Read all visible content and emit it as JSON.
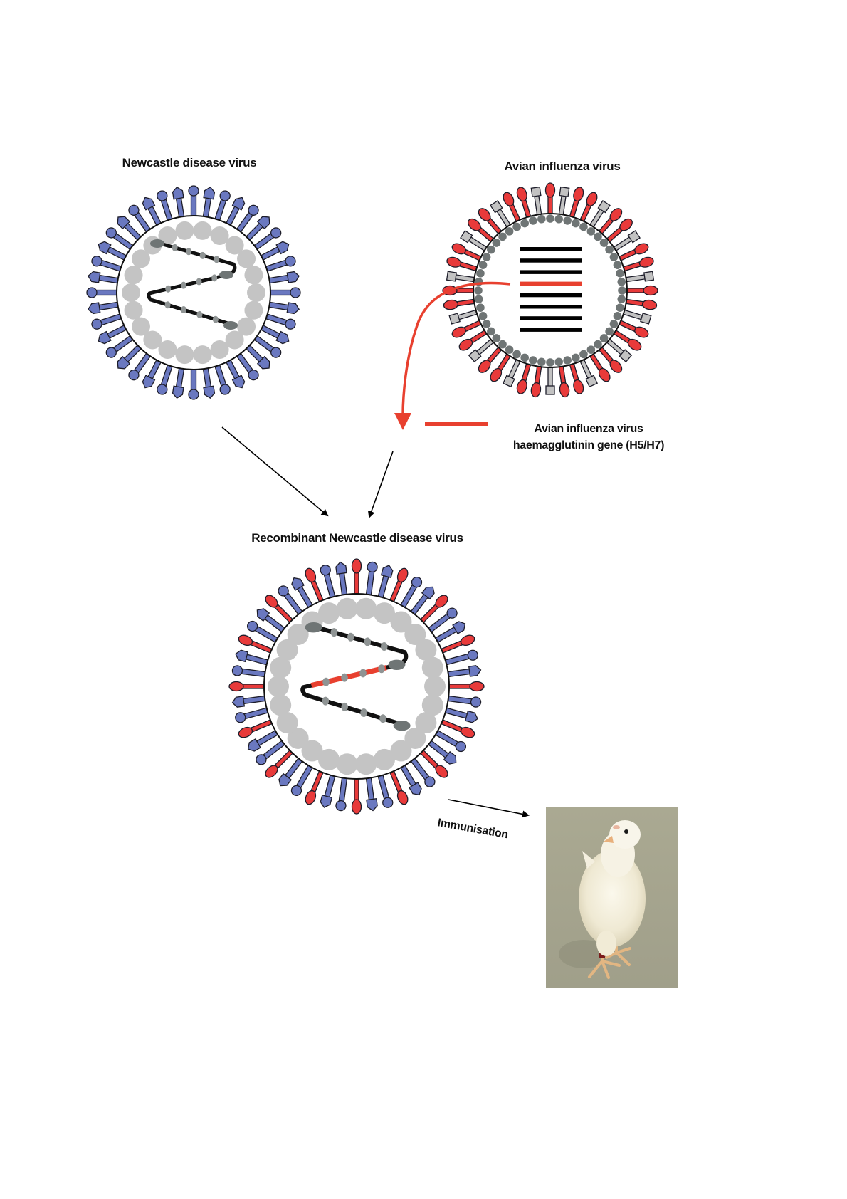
{
  "figure": {
    "title": "Generation of a recombinant Newcastle disease virus vaccine expressing the avian influenza virus haemagglutinin gene"
  },
  "labels": {
    "ndv": "Newcastle disease virus",
    "aiv": "Avian influenza virus",
    "gene_line1": "Avian influenza virus",
    "gene_line2": "haemagglutinin gene (H5/H7)",
    "recombinant": "Recombinant Newcastle disease virus",
    "immunisation": "Immunisation"
  },
  "colors": {
    "ndv_spike": "#6a78c0",
    "aiv_ha_spike": "#e83a3a",
    "aiv_na_spike": "#c2c2c2",
    "nucleoprotein_light": "#c4c4c4",
    "matrix_dark": "#6f7575",
    "gene_highlight": "#e8402f",
    "genome": "#111111",
    "photo_background": "#a8a690"
  },
  "components": {
    "ndv": {
      "spike_types": [
        "HN (knob)",
        "F (arrow)"
      ],
      "genome_shape": "Z-shaped RNP"
    },
    "aiv": {
      "spike_types": [
        "HA (red oval)",
        "NA (grey box)"
      ],
      "genome_segments": 8,
      "highlighted_segment": 4
    },
    "recombinant": {
      "spike_types": [
        "HN",
        "F",
        "HA (inserted)"
      ],
      "genome_shape": "Z-shaped RNP with HA insert"
    }
  },
  "photo": {
    "subject": "young white chicken",
    "icon": "chicken-photo"
  }
}
